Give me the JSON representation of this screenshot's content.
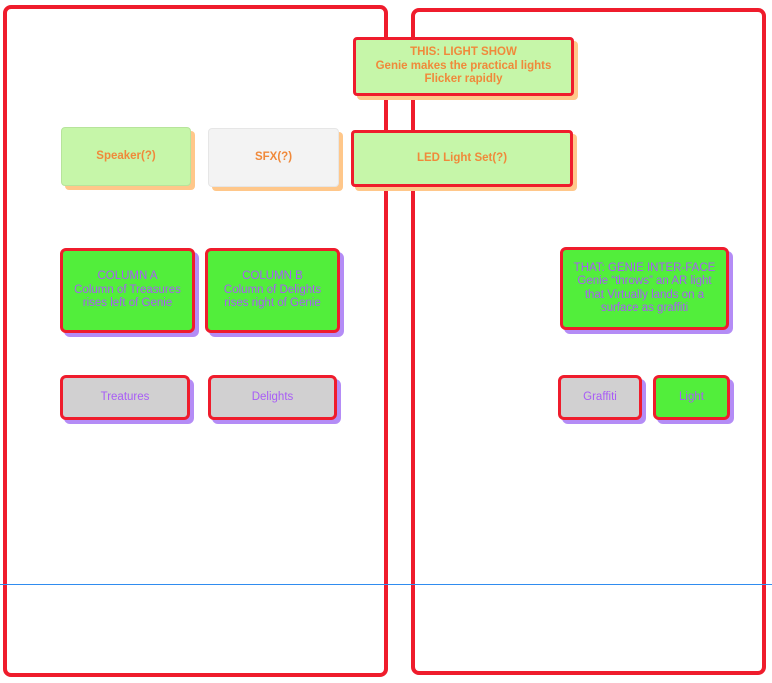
{
  "notes": {
    "this_light_show": "THIS: LIGHT SHOW\nGenie makes the practical lights\nFlicker rapidly",
    "speaker": "Speaker(?)",
    "sfx": "SFX(?)",
    "led_light_set": "LED Light Set(?)"
  },
  "columns": {
    "column_a": "COLUMN A\nColumn of Treasures\nrises left of Genie",
    "column_b": "COLUMN B\nColumn of Delights\nrises right of Genie",
    "that_genie_interface": "THAT: GENIE INTER-FACE\nGenie “throws” an AR light\nthat Virtually lands on a\nsurface as graffiti"
  },
  "labels": {
    "treatures": "Treatures",
    "delights": "Delights",
    "graffiti": "Graffiti",
    "light": "Light"
  },
  "colors": {
    "frame_border": "#ef1c2c",
    "note_fill": "#c6f6a9",
    "note_text": "#f0893a",
    "box_green": "#52ee3b",
    "box_grey": "#d1d0d1",
    "box_text": "#a85cf6",
    "guide_line": "#2f8cf0"
  }
}
